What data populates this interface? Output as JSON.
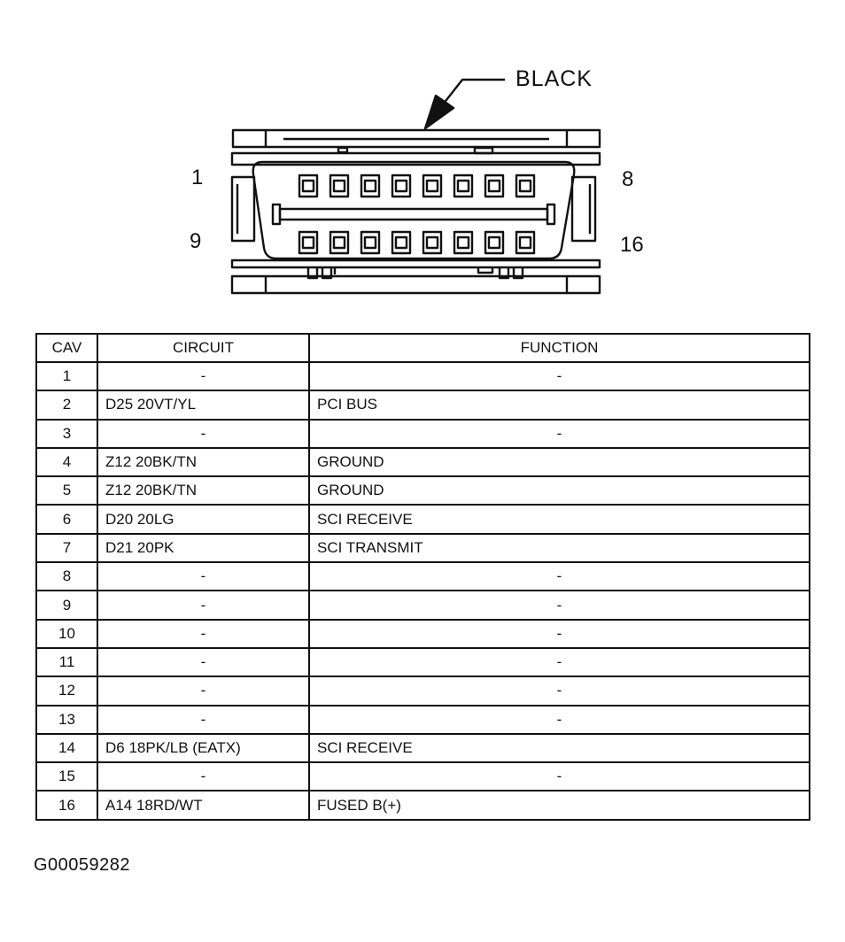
{
  "connector": {
    "color_label": "BLACK",
    "pin_labels": {
      "top_left": "1",
      "top_right": "8",
      "bottom_left": "9",
      "bottom_right": "16"
    }
  },
  "table": {
    "headers": {
      "cav": "CAV",
      "circuit": "CIRCUIT",
      "function": "FUNCTION"
    },
    "rows": [
      {
        "cav": "1",
        "circuit": "-",
        "function": "-"
      },
      {
        "cav": "2",
        "circuit": "D25 20VT/YL",
        "function": "PCI BUS"
      },
      {
        "cav": "3",
        "circuit": "-",
        "function": "-"
      },
      {
        "cav": "4",
        "circuit": "Z12 20BK/TN",
        "function": "GROUND"
      },
      {
        "cav": "5",
        "circuit": "Z12 20BK/TN",
        "function": "GROUND"
      },
      {
        "cav": "6",
        "circuit": "D20 20LG",
        "function": "SCI RECEIVE"
      },
      {
        "cav": "7",
        "circuit": "D21 20PK",
        "function": "SCI TRANSMIT"
      },
      {
        "cav": "8",
        "circuit": "-",
        "function": "-"
      },
      {
        "cav": "9",
        "circuit": "-",
        "function": "-"
      },
      {
        "cav": "10",
        "circuit": "-",
        "function": "-"
      },
      {
        "cav": "11",
        "circuit": "-",
        "function": "-"
      },
      {
        "cav": "12",
        "circuit": "-",
        "function": "-"
      },
      {
        "cav": "13",
        "circuit": "-",
        "function": "-"
      },
      {
        "cav": "14",
        "circuit": "D6 18PK/LB (EATX)",
        "function": "SCI RECEIVE"
      },
      {
        "cav": "15",
        "circuit": "-",
        "function": "-"
      },
      {
        "cav": "16",
        "circuit": "A14 18RD/WT",
        "function": "FUSED B(+)"
      }
    ]
  },
  "figure_id": "G00059282"
}
